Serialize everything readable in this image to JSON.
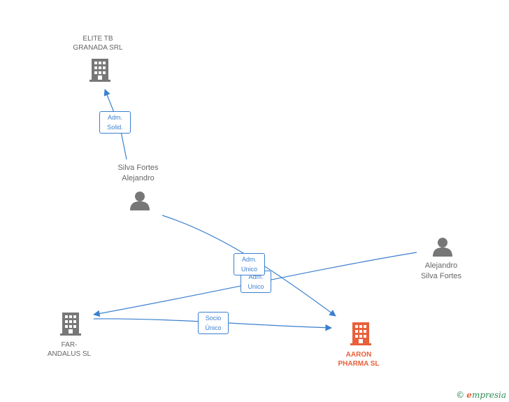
{
  "colors": {
    "edge": "#3a7fcf",
    "node": "#777777",
    "focus": "#e8603c"
  },
  "nodes": {
    "elite": {
      "label_line1": "ELITE TB",
      "label_line2": "GRANADA SRL",
      "icon": "building-icon"
    },
    "silva": {
      "label_line1": "Silva Fortes",
      "label_line2": "Alejandro",
      "icon": "person-icon"
    },
    "alejandro": {
      "label_line1": "Alejandro",
      "label_line2": "Silva Fortes",
      "icon": "person-icon"
    },
    "far": {
      "label_line1": "FAR-",
      "label_line2": "ANDALUS SL",
      "icon": "building-icon"
    },
    "aaron": {
      "label_line1": "AARON",
      "label_line2": "PHARMA  SL",
      "icon": "building-icon"
    }
  },
  "edges": {
    "silva_elite": {
      "line1": "Adm.",
      "line2": "Solid."
    },
    "silva_aaron": {
      "line1": "Adm.",
      "line2": "Unico"
    },
    "alejandro_far": {
      "line1": "Adm.",
      "line2": "Unico"
    },
    "far_aaron": {
      "line1": "Socio",
      "line2": "Único"
    }
  },
  "brand": {
    "copyright": "©",
    "initial": "e",
    "name": "mpresia"
  }
}
